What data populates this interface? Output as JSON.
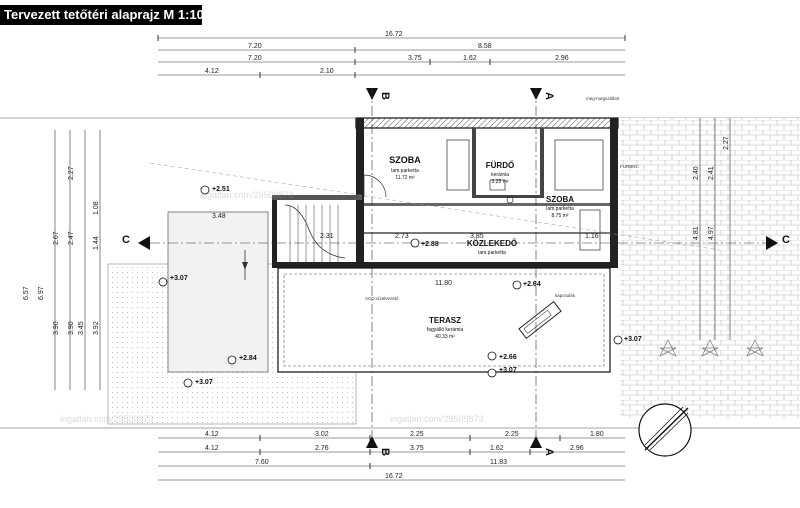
{
  "title": "Tervezett tetőtéri alaprajz M 1:100",
  "dims": {
    "overall_top": "16.72",
    "top_row1": [
      "7.20",
      "8.58"
    ],
    "top_row2": [
      "7.20",
      "3.75",
      "1.62",
      "2.96"
    ],
    "top_row3": [
      "4.12",
      "2.10"
    ],
    "overall_bottom": "16.72",
    "bottom_row1": [
      "4.12",
      "3.02",
      "2.25",
      "2.25",
      "1.80"
    ],
    "bottom_row2": [
      "4.12",
      "2.76",
      "3.75",
      "1.62",
      "2.96"
    ],
    "bottom_row3": [
      "7.60",
      "11.83"
    ],
    "left_vertical": [
      "2.27",
      "2.67",
      "2.47",
      "1.08",
      "1.44",
      "6.57",
      "6.97",
      "3.90",
      "3.90",
      "3.45",
      "3.92"
    ],
    "right_vertical": [
      "2.40",
      "2.41",
      "4.81",
      "4.97",
      "2.27"
    ],
    "terrace_width": "11.80",
    "left_area_width": "3.48",
    "small": [
      "2.73",
      "2.31",
      "3.85",
      "1.16"
    ]
  },
  "rooms": [
    {
      "name": "SZOBA",
      "floor": "lam.parketta",
      "area": "11.72 m²"
    },
    {
      "name": "FÜRDŐ",
      "floor": "kerámia",
      "area": "3.25 m²"
    },
    {
      "name": "SZOBA",
      "floor": "lam.parketta",
      "area": "8.75 m²"
    },
    {
      "name": "KÖZLEKEDŐ",
      "floor": "lam.parketta",
      "area": ""
    },
    {
      "name": "TERASZ",
      "floor": "fagyálló kerámia",
      "area": "40.33 m²"
    }
  ],
  "levels": [
    "+2.51",
    "+3.07",
    "+2.88",
    "+2.64",
    "+2.84",
    "+3.07",
    "+2.66",
    "+3.07",
    "+3.07"
  ],
  "section_marks": {
    "cc_left": "C",
    "cc_right": "C",
    "aa_top": "A",
    "aa_bottom": "A",
    "bb_top": "B",
    "bb_bottom": "B"
  },
  "notes": [
    "meg-megszállott",
    "FURBNC",
    "ACO vízelvezető",
    "kapcsolás"
  ],
  "watermark": "ingatlan.com/29509873"
}
